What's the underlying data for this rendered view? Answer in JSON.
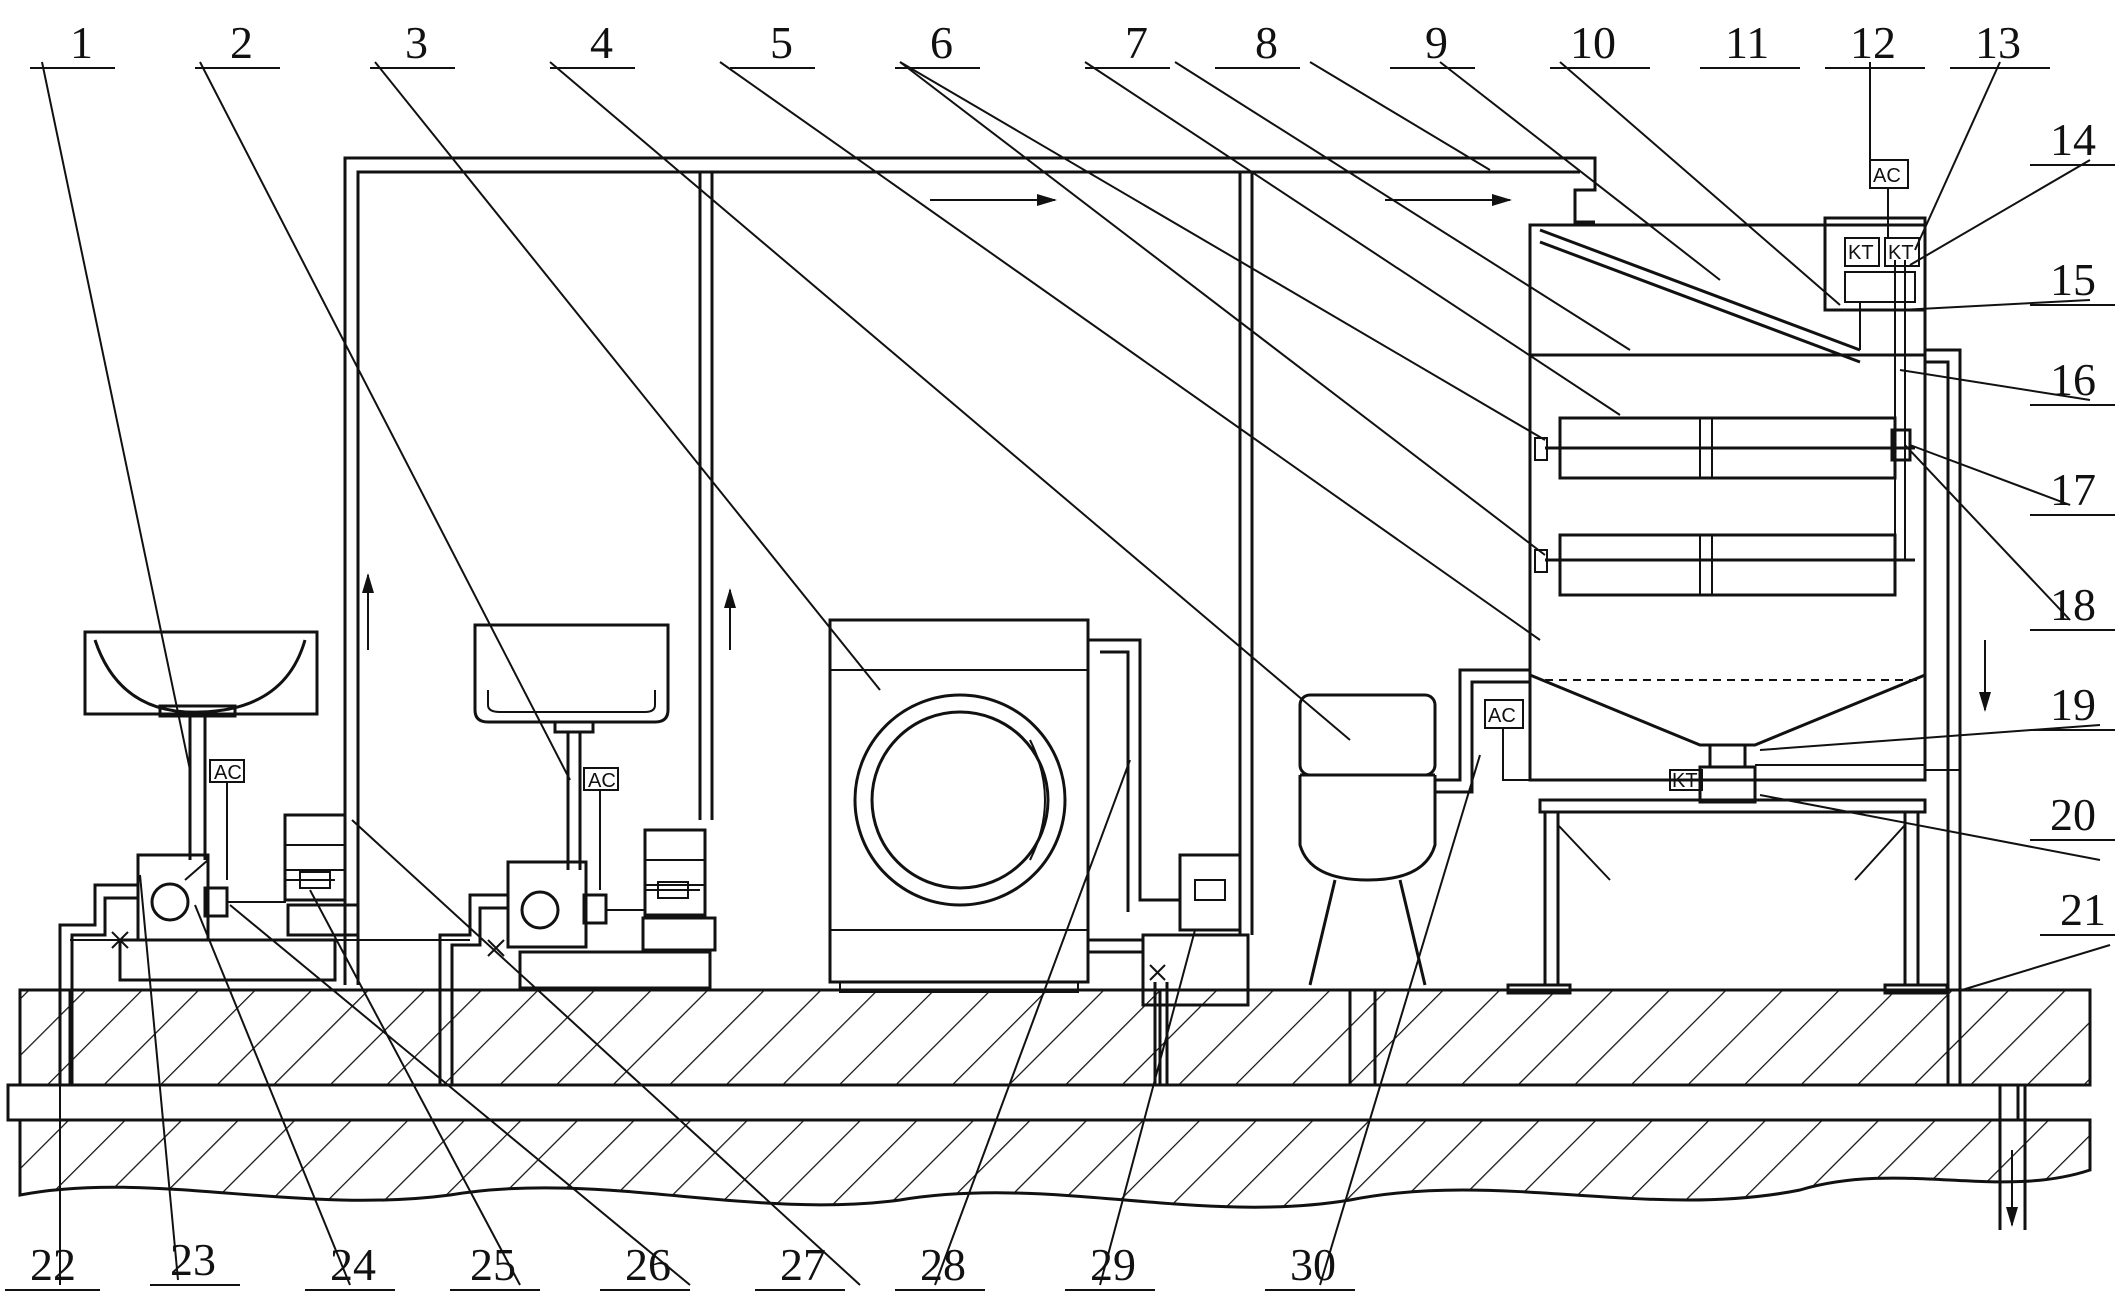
{
  "labels_top": [
    "1",
    "2",
    "3",
    "4",
    "5",
    "6",
    "7",
    "8",
    "9",
    "10",
    "11",
    "12",
    "13"
  ],
  "labels_right": [
    "14",
    "15",
    "16",
    "17",
    "18",
    "19",
    "20",
    "21"
  ],
  "labels_bottom": [
    "22",
    "23",
    "24",
    "25",
    "26",
    "27",
    "28",
    "29",
    "30"
  ],
  "tags": {
    "ac": "AC",
    "kt": "KT"
  }
}
